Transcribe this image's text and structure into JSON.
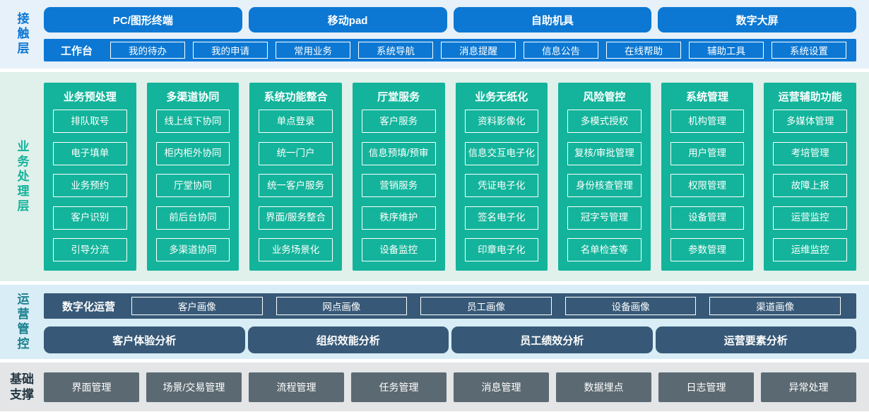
{
  "colors": {
    "blue": "#0c78d3",
    "blue_band_bg": "#e7f1fa",
    "teal": "#13b49b",
    "mint_band_bg": "#e0f0ea",
    "slate": "#375977",
    "cyan_band_bg": "#d9edf7",
    "ops_label": "#1a808e",
    "gray_button": "#5b6972",
    "gray_band_bg": "#e3e5e7"
  },
  "layers": {
    "contact": {
      "label": "接触层",
      "terminals": [
        "PC/图形终端",
        "移动pad",
        "自助机具",
        "数字大屏"
      ],
      "workbench": {
        "label": "工作台",
        "items": [
          "我的待办",
          "我的申请",
          "常用业务",
          "系统导航",
          "消息提醒",
          "信息公告",
          "在线帮助",
          "辅助工具",
          "系统设置"
        ]
      }
    },
    "business": {
      "label": "业务处理层",
      "columns": [
        {
          "title": "业务预处理",
          "items": [
            "排队取号",
            "电子填单",
            "业务预约",
            "客户识别",
            "引导分流"
          ]
        },
        {
          "title": "多渠道协同",
          "items": [
            "线上线下协同",
            "柜内柜外协同",
            "厅堂协同",
            "前后台协同",
            "多渠道协同"
          ]
        },
        {
          "title": "系统功能整合",
          "items": [
            "单点登录",
            "统一门户",
            "统一客户服务",
            "界面/服务整合",
            "业务场景化"
          ]
        },
        {
          "title": "厅堂服务",
          "items": [
            "客户服务",
            "信息预填/预审",
            "营销服务",
            "秩序维护",
            "设备监控"
          ]
        },
        {
          "title": "业务无纸化",
          "items": [
            "资料影像化",
            "信息交互电子化",
            "凭证电子化",
            "签名电子化",
            "印章电子化"
          ]
        },
        {
          "title": "风险管控",
          "items": [
            "多模式授权",
            "复核/审批管理",
            "身份核查管理",
            "冠字号管理",
            "名单检查等"
          ]
        },
        {
          "title": "系统管理",
          "items": [
            "机构管理",
            "用户管理",
            "权限管理",
            "设备管理",
            "参数管理"
          ]
        },
        {
          "title": "运营辅助功能",
          "items": [
            "多媒体管理",
            "考培管理",
            "故障上报",
            "运营监控",
            "运维监控"
          ]
        }
      ]
    },
    "operations": {
      "label": "运营管控",
      "digital": {
        "label": "数字化运营",
        "items": [
          "客户画像",
          "网点画像",
          "员工画像",
          "设备画像",
          "渠道画像"
        ]
      },
      "analysis": [
        "客户体验分析",
        "组织效能分析",
        "员工绩效分析",
        "运营要素分析"
      ]
    },
    "foundation": {
      "label": "基础\n支撑",
      "items": [
        "界面管理",
        "场景/交易管理",
        "流程管理",
        "任务管理",
        "消息管理",
        "数据埋点",
        "日志管理",
        "异常处理"
      ]
    }
  }
}
